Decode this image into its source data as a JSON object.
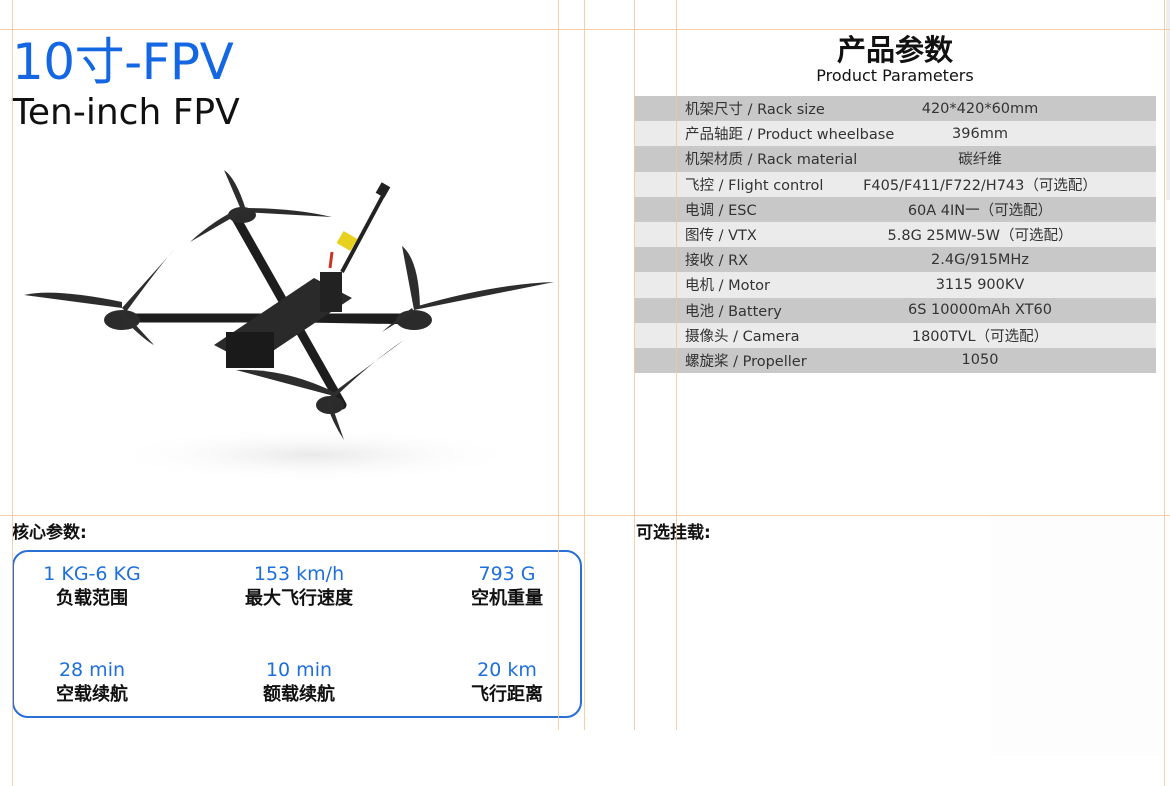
{
  "header": {
    "title_cn": "10寸-FPV",
    "title_en": "Ten-inch FPV"
  },
  "product_image": {
    "alt": "Ten-inch FPV quadcopter drone render",
    "icon": "drone-icon"
  },
  "core_params": {
    "label": "核心参数:",
    "items": [
      {
        "value": "1 KG-6 KG",
        "label": "负载范围"
      },
      {
        "value": "153 km/h",
        "label": "最大飞行速度"
      },
      {
        "value": "793 G",
        "label": "空机重量"
      },
      {
        "value": "28 min",
        "label": "空载续航"
      },
      {
        "value": "10 min",
        "label": "额载续航"
      },
      {
        "value": "20 km",
        "label": "飞行距离"
      }
    ]
  },
  "optional_payload": {
    "label": "可选挂载:"
  },
  "product_parameters": {
    "title_cn": "产品参数",
    "title_en": "Product Parameters",
    "rows": [
      {
        "key": "机架尺寸 / Rack size",
        "value": "420*420*60mm"
      },
      {
        "key": "产品轴距 / Product wheelbase",
        "value": "396mm"
      },
      {
        "key": "机架材质 / Rack material",
        "value": "碳纤维"
      },
      {
        "key": "飞控 / Flight control",
        "value": "F405/F411/F722/H743（可选配）"
      },
      {
        "key": "电调 / ESC",
        "value": "60A 4IN一（可选配）"
      },
      {
        "key": "图传 / VTX",
        "value": "5.8G 25MW-5W（可选配）"
      },
      {
        "key": "接收 / RX",
        "value": "2.4G/915MHz"
      },
      {
        "key": "电机 / Motor",
        "value": "3115 900KV"
      },
      {
        "key": "电池 / Battery",
        "value": "6S 10000mAh XT60"
      },
      {
        "key": "摄像头 / Camera",
        "value": "1800TVL（可选配）"
      },
      {
        "key": "螺旋桨 / Propeller",
        "value": "1050"
      }
    ]
  },
  "colors": {
    "accent_blue": "#1467e2",
    "guide_line": "#f3c79a",
    "row_dark": "#c8c8c9",
    "row_light": "#ebebeb"
  }
}
